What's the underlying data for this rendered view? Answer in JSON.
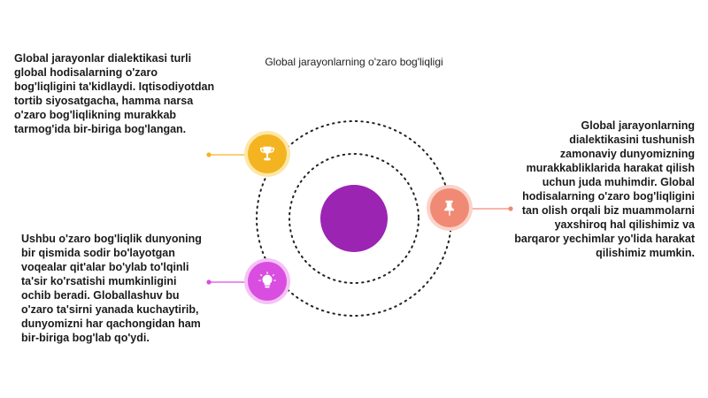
{
  "title": "Global jarayonlarning o'zaro bog'liqligi",
  "blocks": [
    {
      "text": "Global jarayonlar dialektikasi turli global hodisalarning o'zaro bog'liqligini ta'kidlaydi. Iqtisodiyotdan tortib siyosatgacha, hamma narsa o'zaro bog'liqlikning murakkab tarmog'ida bir-biriga bog'langan.",
      "icon": "trophy-icon",
      "color": "#f4b320"
    },
    {
      "text": "Ushbu o'zaro bog'liqlik dunyoning bir qismida sodir bo'layotgan voqealar qit'alar bo'ylab to'lqinli ta'sir ko'rsatishi mumkinligini ochib beradi. Globallashuv bu o'zaro ta'sirni yanada kuchaytirib, dunyomizni har qachongidan ham bir-biriga bog'lab qo'ydi.",
      "icon": "lightbulb-icon",
      "color": "#d94ee0"
    },
    {
      "text": "Global jarayonlarning dialektikasini tushunish zamonaviy dunyomizning murakkabliklarida harakat qilish uchun juda muhimdir. Global hodisalarning o'zaro bog'liqligini tan olish orqali biz muammolarni yaxshiroq hal qilishimiz va barqaror yechimlar yo'lida harakat qilishimiz mumkin.",
      "icon": "pushpin-icon",
      "color": "#f08a74"
    }
  ],
  "colors": {
    "center": "#9b24b3",
    "orbit": "#222222"
  }
}
